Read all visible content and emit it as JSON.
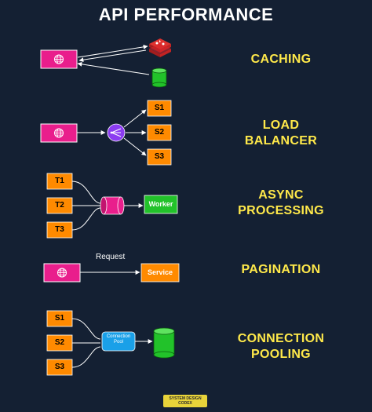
{
  "title": "API PERFORMANCE",
  "sections": [
    {
      "label_line1": "CACHING",
      "label_line2": ""
    },
    {
      "label_line1": "LOAD",
      "label_line2": "BALANCER"
    },
    {
      "label_line1": "ASYNC",
      "label_line2": "PROCESSING"
    },
    {
      "label_line1": "PAGINATION",
      "label_line2": ""
    },
    {
      "label_line1": "CONNECTION",
      "label_line2": "POOLING"
    }
  ],
  "nodes": {
    "lb_servers": [
      "S1",
      "S2",
      "S3"
    ],
    "tasks": [
      "T1",
      "T2",
      "T3"
    ],
    "worker": "Worker",
    "request": "Request",
    "service": "Service",
    "pool_servers": [
      "S1",
      "S2",
      "S3"
    ],
    "connection_pool_line1": "Connection",
    "connection_pool_line2": "Pool"
  },
  "brand": {
    "line1": "SYSTEM DESIGN",
    "line2": "CODEX"
  },
  "colors": {
    "background": "#142033",
    "client_box": "#e91e8c",
    "orange": "#ff8a00",
    "green": "#22c22a",
    "cyan": "#1aa0e8",
    "purple": "#8b3cf0",
    "redis": "#d8252b",
    "label": "#ffe94a"
  },
  "icons": [
    "globe-icon",
    "redis-icon",
    "database-icon",
    "load-balancer-icon",
    "queue-icon"
  ]
}
